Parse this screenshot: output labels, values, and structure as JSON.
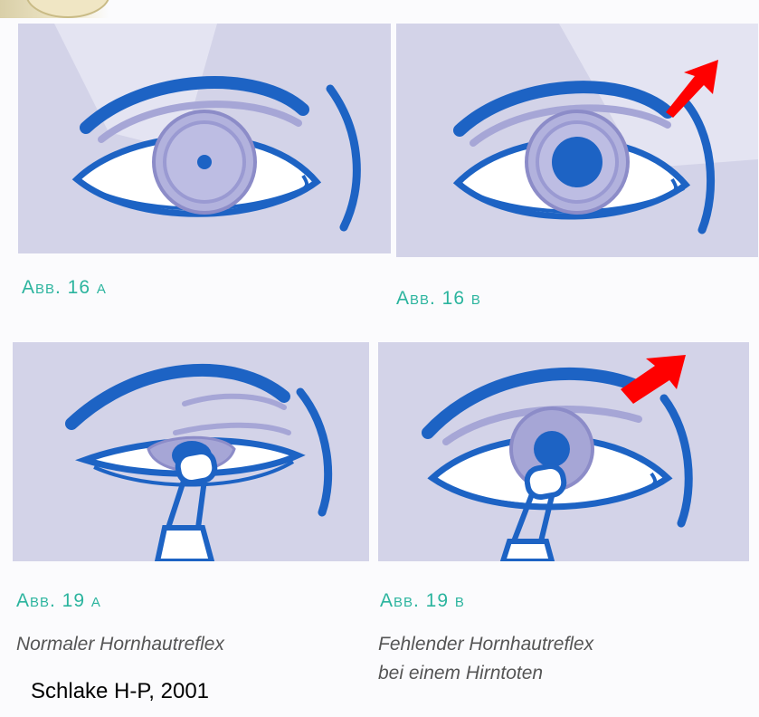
{
  "figures": [
    {
      "caption": "Abb. 16 a"
    },
    {
      "caption": "Abb. 16 b"
    },
    {
      "caption": "Abb. 19 a",
      "description": "Normaler Hornhautreflex"
    },
    {
      "caption": "Abb. 19 b",
      "description_line1": "Fehlender Hornhautreflex",
      "description_line2": "bei einem Hirntoten"
    }
  ],
  "source": "Schlake H-P, 2001",
  "colors": {
    "panel": "#d3d3e8",
    "eye_line": "#1d63c4",
    "iris": "#a6a6d6",
    "caption": "#2bb49e",
    "arrow": "#ff0000"
  },
  "icons": [
    "red-arrow-icon"
  ]
}
